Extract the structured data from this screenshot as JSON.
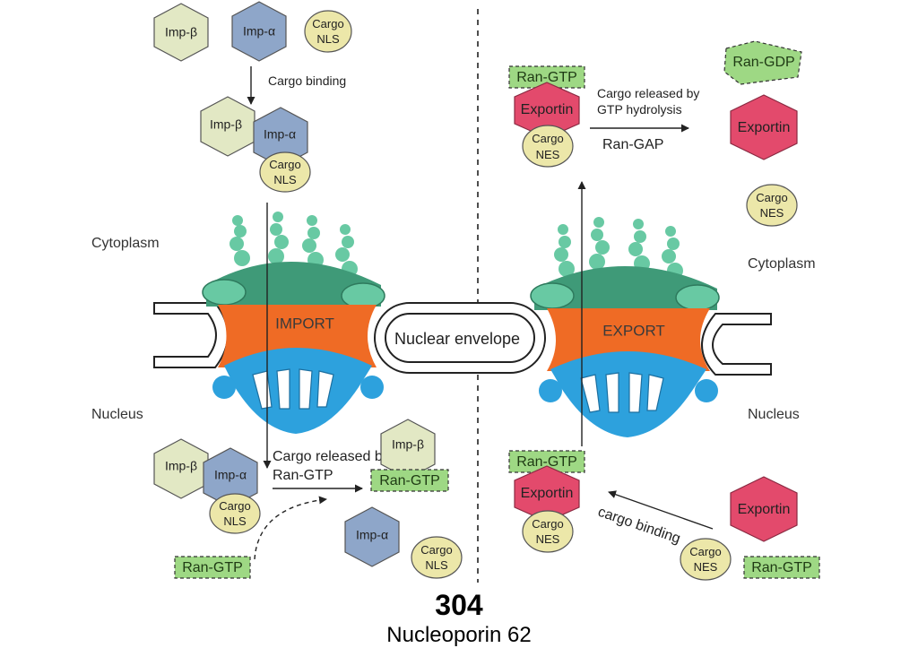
{
  "colors": {
    "imp_beta": "#e2e8c4",
    "imp_alpha": "#8ea6c9",
    "cargo": "#ece7a9",
    "exportin": "#e34a6c",
    "ran": "#9ed884",
    "pore_green": "#3f9a78",
    "pore_light": "#68c9a3",
    "pore_orange": "#ef6b25",
    "pore_blue": "#2da1dd"
  },
  "labels": {
    "imp_beta": "Imp-β",
    "imp_alpha": "Imp-α",
    "cargo_word": "Cargo",
    "nls": "NLS",
    "nes": "NES",
    "exportin": "Exportin",
    "ran_gtp": "Ran-GTP",
    "ran_gdp": "Ran-GDP"
  },
  "regions": {
    "cytoplasm": "Cytoplasm",
    "nucleus": "Nucleus"
  },
  "import": {
    "pore_label": "IMPORT",
    "cargo_binding": "Cargo binding",
    "released_line1": "Cargo released by",
    "released_line2": "Ran-GTP"
  },
  "export": {
    "pore_label": "EXPORT",
    "released_line1": "Cargo released by",
    "released_line2": "GTP hydrolysis",
    "ran_gap": "Ran-GAP",
    "cargo_binding": "cargo binding"
  },
  "envelope": "Nuclear envelope",
  "footer": {
    "number": "304",
    "name": "Nucleoporin 62"
  }
}
